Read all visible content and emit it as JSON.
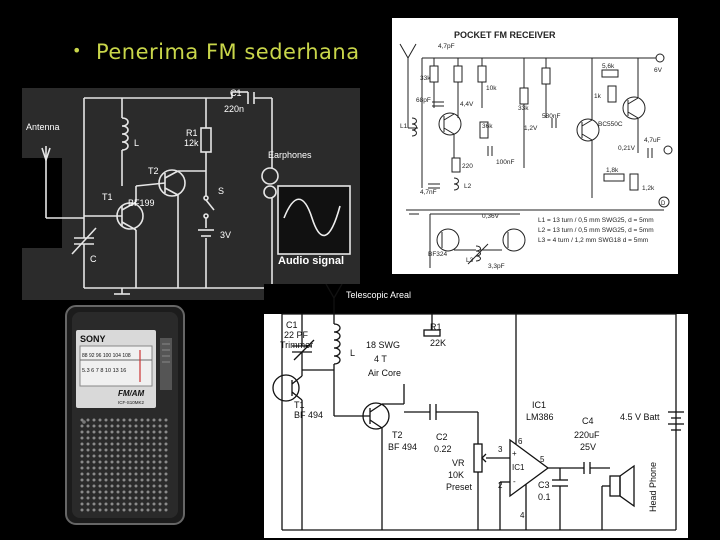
{
  "slide": {
    "bullet": "•",
    "title": "Penerima FM sederhana"
  },
  "circuit1": {
    "antenna": "Antenna",
    "c1": "C1",
    "c1_value": "220n",
    "r1": "R1",
    "r1_value": "12k",
    "earphones": "Earphones",
    "l": "L",
    "t2": "T2",
    "t1": "T1",
    "t1_part": "BF199",
    "s": "S",
    "batt": "3V",
    "c": "C",
    "audio_signal": "Audio signal"
  },
  "circuit2": {
    "title": "POCKET FM RECEIVER",
    "cap_47p": "4,7pF",
    "r_33k": "33k",
    "r_10k": "10k",
    "c_68p": "68pF",
    "v_44": "4,4V",
    "r_5k6": "5,6k",
    "v_6v": "6V",
    "r_33k2": "33k",
    "r_1k": "1k",
    "c_580n": "580nF",
    "t_bc550": "BC550C",
    "r_36k": "36k",
    "v_12": "1,2V",
    "c_100n": "100nF",
    "c_47u": "4,7uF",
    "v_021": "0,21V",
    "r_18k": "1,8k",
    "r_12k": "1,2k",
    "r_220": "220",
    "c_47n": "4,7nF",
    "l1": "L1",
    "l2": "L2",
    "l3": "L3",
    "v_036": "0,36V",
    "t_bf324": "BF324",
    "c_3p": "3,3pF",
    "coil_l1": "L1 = 13 turn / 0,5 mm SWG25, d = 5mm",
    "coil_l2": "L2 = 13 turn / 0,5 mm SWG25, d = 5mm",
    "coil_l3": "L3 = 4 turn / 1,2 mm SWG18 d = 5mm",
    "circle_d": "D"
  },
  "radio": {
    "brand": "SONY",
    "band": "FM/AM",
    "model": "ICF-S10MK2",
    "fm_scale": "88 92 96 100 104 108",
    "am_scale": "5.3 6 7 8 10 13 16"
  },
  "circuit3": {
    "aerial": "Telescopic Areal",
    "c1": "C1",
    "c1_value": "22 PF",
    "c1_type": "Trimmer",
    "l": "L",
    "l_wire": "18 SWG",
    "l_turns": "4 T",
    "l_core": "Air Core",
    "r1": "R1",
    "r1_value": "22K",
    "t1": "T1",
    "t1_part": "BF 494",
    "t2": "T2",
    "t2_part": "BF 494",
    "c2": "C2",
    "c2_value": "0.22",
    "ic1": "IC1",
    "ic1_part": "LM386",
    "ic1_inner": "IC1",
    "vr": "VR",
    "vr_value": "10K",
    "vr_type": "Preset",
    "c3": "C3",
    "c3_value": "0.1",
    "c4": "C4",
    "c4_value": "220uF",
    "c4_volt": "25V",
    "batt": "4.5 V Batt",
    "phone": "Head Phone",
    "pin6": "6",
    "pin3": "3",
    "pin2": "2",
    "pin5": "5",
    "pin4": "4",
    "plus": "+",
    "minus": "-"
  }
}
